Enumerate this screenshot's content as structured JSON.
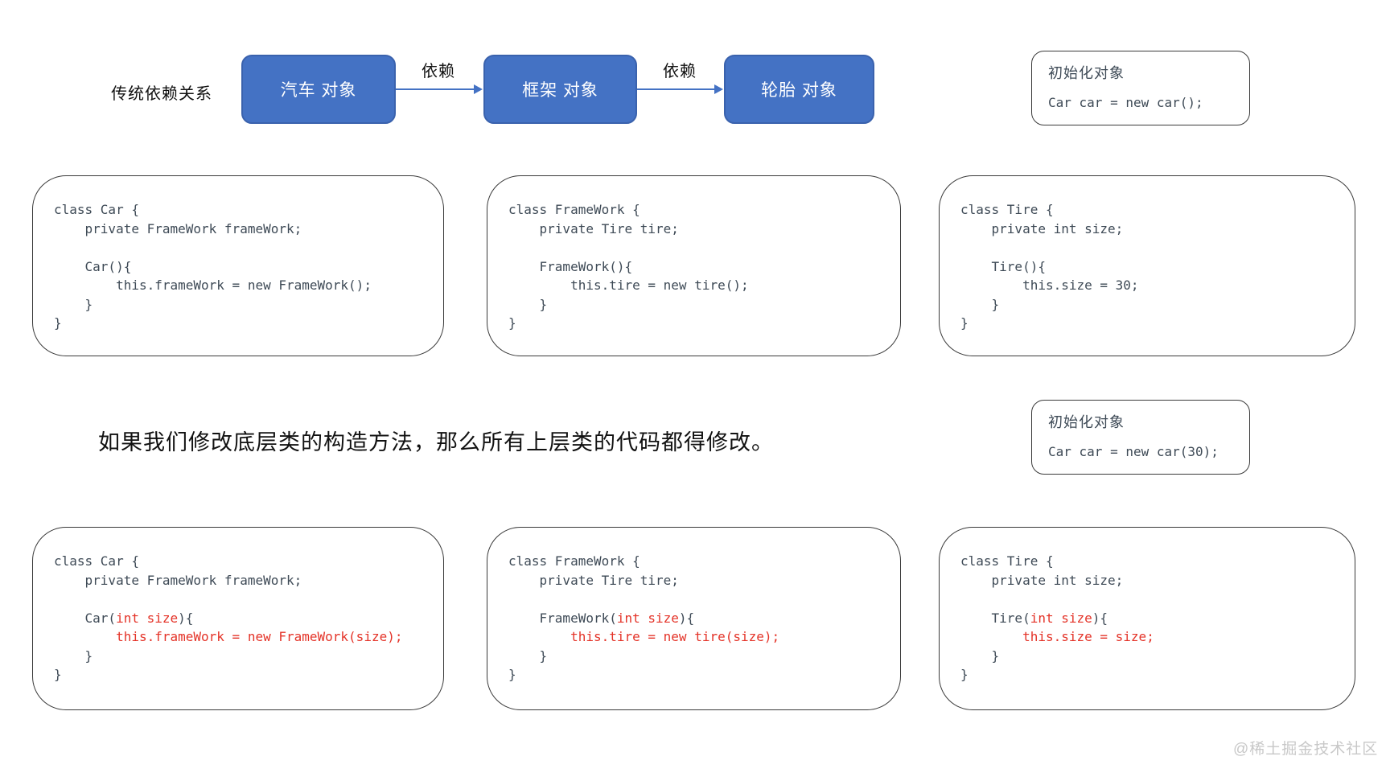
{
  "colors": {
    "node_fill": "#4472c4",
    "node_border": "#3a62ad",
    "node_text": "#ffffff",
    "arrow": "#4472c4",
    "code_text": "#3e4a56",
    "red": "#e43328",
    "ink": "#111111",
    "box_border": "#3a3a3a",
    "watermark": "#c8c8c8"
  },
  "header": {
    "row_label": "传统依赖关系",
    "nodes": [
      {
        "label": "汽车 对象"
      },
      {
        "label": "框架 对象"
      },
      {
        "label": "轮胎 对象"
      }
    ],
    "arrow_labels": [
      "依赖",
      "依赖"
    ]
  },
  "init_box_top": {
    "title": "初始化对象",
    "code": "Car car = new car();"
  },
  "init_box_bottom": {
    "title": "初始化对象",
    "code": "Car car = new car(30);"
  },
  "middle_note": "如果我们修改底层类的构造方法，那么所有上层类的代码都得修改。",
  "code_boxes_top": [
    {
      "lines": [
        [
          {
            "t": "class Car {"
          }
        ],
        [
          {
            "t": "    private FrameWork frameWork;"
          }
        ],
        [
          {
            "t": ""
          }
        ],
        [
          {
            "t": "    Car(){"
          }
        ],
        [
          {
            "t": "        this.frameWork = new FrameWork();"
          }
        ],
        [
          {
            "t": "    }"
          }
        ],
        [
          {
            "t": "}"
          }
        ]
      ]
    },
    {
      "lines": [
        [
          {
            "t": "class FrameWork {"
          }
        ],
        [
          {
            "t": "    private Tire tire;"
          }
        ],
        [
          {
            "t": ""
          }
        ],
        [
          {
            "t": "    FrameWork(){"
          }
        ],
        [
          {
            "t": "        this.tire = new tire();"
          }
        ],
        [
          {
            "t": "    }"
          }
        ],
        [
          {
            "t": "}"
          }
        ]
      ]
    },
    {
      "lines": [
        [
          {
            "t": "class Tire {"
          }
        ],
        [
          {
            "t": "    private int size;"
          }
        ],
        [
          {
            "t": ""
          }
        ],
        [
          {
            "t": "    Tire(){"
          }
        ],
        [
          {
            "t": "        this.size = 30;"
          }
        ],
        [
          {
            "t": "    }"
          }
        ],
        [
          {
            "t": "}"
          }
        ]
      ]
    }
  ],
  "code_boxes_bottom": [
    {
      "lines": [
        [
          {
            "t": "class Car {"
          }
        ],
        [
          {
            "t": "    private FrameWork frameWork;"
          }
        ],
        [
          {
            "t": ""
          }
        ],
        [
          {
            "t": "    Car("
          },
          {
            "t": "int size",
            "red": true
          },
          {
            "t": "){"
          }
        ],
        [
          {
            "t": "        "
          },
          {
            "t": "this.frameWork = new FrameWork(size);",
            "red": true
          }
        ],
        [
          {
            "t": "    }"
          }
        ],
        [
          {
            "t": "}"
          }
        ]
      ]
    },
    {
      "lines": [
        [
          {
            "t": "class FrameWork {"
          }
        ],
        [
          {
            "t": "    private Tire tire;"
          }
        ],
        [
          {
            "t": ""
          }
        ],
        [
          {
            "t": "    FrameWork("
          },
          {
            "t": "int size",
            "red": true
          },
          {
            "t": "){"
          }
        ],
        [
          {
            "t": "        "
          },
          {
            "t": "this.tire = new tire(size);",
            "red": true
          }
        ],
        [
          {
            "t": "    }"
          }
        ],
        [
          {
            "t": "}"
          }
        ]
      ]
    },
    {
      "lines": [
        [
          {
            "t": "class Tire {"
          }
        ],
        [
          {
            "t": "    private int size;"
          }
        ],
        [
          {
            "t": ""
          }
        ],
        [
          {
            "t": "    Tire("
          },
          {
            "t": "int size",
            "red": true
          },
          {
            "t": "){"
          }
        ],
        [
          {
            "t": "        "
          },
          {
            "t": "this.size = size;",
            "red": true
          }
        ],
        [
          {
            "t": "    }"
          }
        ],
        [
          {
            "t": "}"
          }
        ]
      ]
    }
  ],
  "watermark": "@稀土掘金技术社区"
}
